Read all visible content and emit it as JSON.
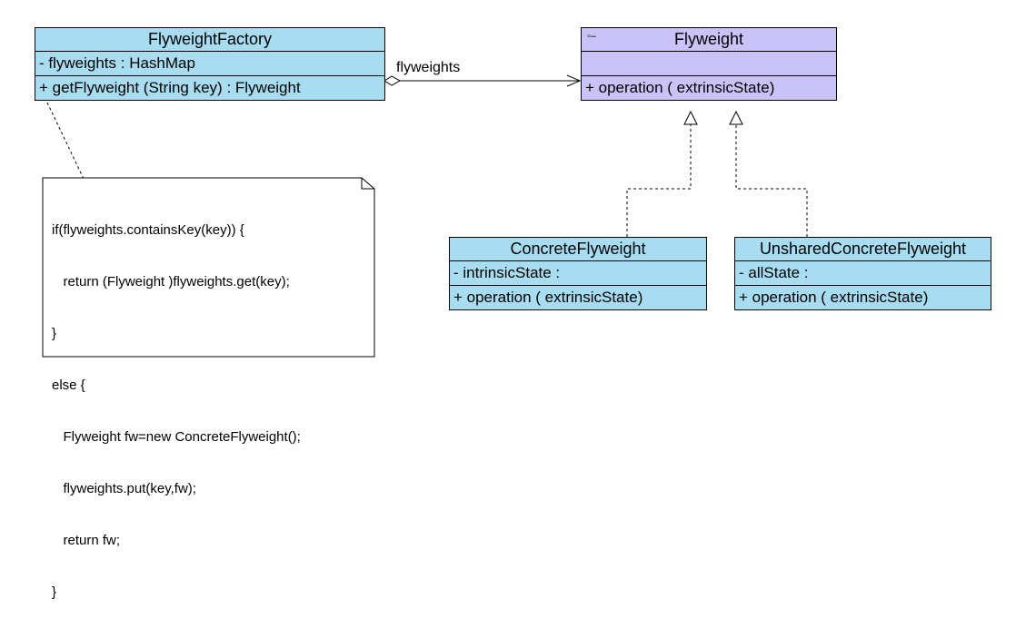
{
  "classes": {
    "factory": {
      "name": "FlyweightFactory",
      "attributes": [
        "- flyweights : HashMap"
      ],
      "operations": [
        "+ getFlyweight (String key) : Flyweight"
      ]
    },
    "flyweight": {
      "stereotype_icon": "interface-icon",
      "name": "Flyweight",
      "attributes": [
        ""
      ],
      "operations": [
        "+ operation ( extrinsicState)"
      ]
    },
    "concrete": {
      "name": "ConcreteFlyweight",
      "attributes": [
        "- intrinsicState :"
      ],
      "operations": [
        "+ operation ( extrinsicState)"
      ]
    },
    "unshared": {
      "name": "UnsharedConcreteFlyweight",
      "attributes": [
        "- allState :"
      ],
      "operations": [
        "+ operation ( extrinsicState)"
      ]
    }
  },
  "association": {
    "label": "flyweights"
  },
  "note": {
    "lines": [
      "if(flyweights.containsKey(key)) {",
      "   return (Flyweight )flyweights.get(key);",
      "}",
      "else {",
      "   Flyweight fw=new ConcreteFlyweight();",
      "   flyweights.put(key,fw);",
      "   return fw;",
      "}"
    ]
  },
  "colors": {
    "class_fill": "#a8dcf0",
    "interface_fill": "#c9c3f7"
  }
}
